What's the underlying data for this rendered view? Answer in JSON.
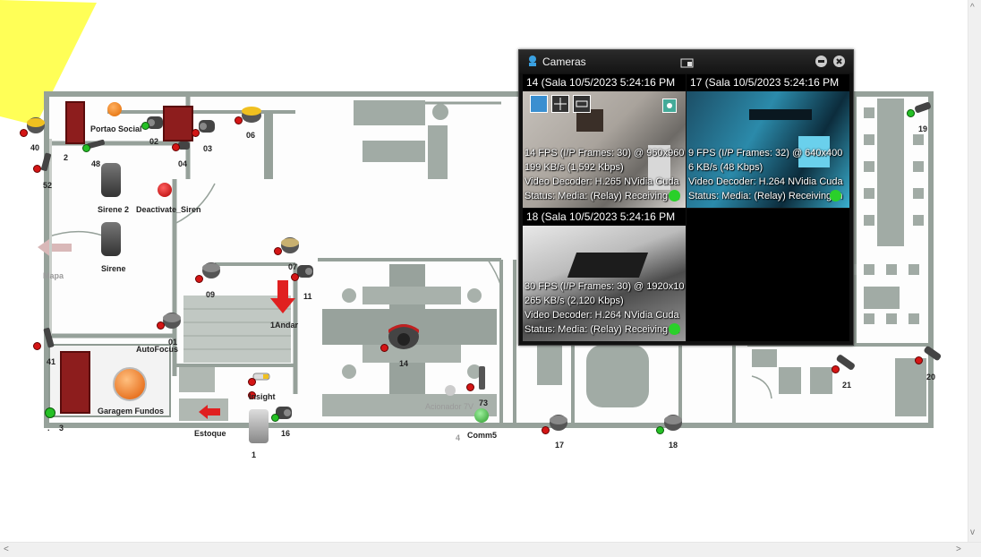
{
  "map": {
    "cameras": [
      {
        "id": "40",
        "label": "40"
      },
      {
        "id": "02",
        "label": "02"
      },
      {
        "id": "03",
        "label": "03"
      },
      {
        "id": "06",
        "label": "06"
      },
      {
        "id": "04",
        "label": "04"
      },
      {
        "id": "48",
        "label": "48"
      },
      {
        "id": "52",
        "label": "52"
      },
      {
        "id": "07",
        "label": "07"
      },
      {
        "id": "09",
        "label": "09"
      },
      {
        "id": "11",
        "label": "11"
      },
      {
        "id": "01",
        "label": "01"
      },
      {
        "id": "41",
        "label": "41"
      },
      {
        "id": "14",
        "label": "14"
      },
      {
        "id": "16",
        "label": "16"
      },
      {
        "id": "17",
        "label": "17"
      },
      {
        "id": "18",
        "label": "18"
      },
      {
        "id": "19",
        "label": "19"
      },
      {
        "id": "20",
        "label": "20"
      },
      {
        "id": "21",
        "label": "21"
      },
      {
        "id": "73",
        "label": "73"
      }
    ],
    "labels": {
      "portao_social": "Portao Social",
      "sirene2": "Sirene 2",
      "deactivate_siren": "Deactivate_Siren",
      "sirene": "Sirene",
      "mapa": "Mapa",
      "andar": "1Andar",
      "autofocus": "AutoFocus",
      "garagem": "Garagem Fundos",
      "insight": "Insight",
      "estoque": "Estoque",
      "comm5": "Comm5",
      "acionador": "Acionador 7V",
      "num_1": "1",
      "num_2": "2",
      "num_3": "3",
      "num_4": "4",
      "dot_label": "."
    }
  },
  "cameras_window": {
    "title": "Cameras",
    "icons": {
      "window": "camera-window-icon",
      "device": "device-icon",
      "minimize": "minimize-icon",
      "close": "close-icon"
    },
    "tiles": [
      {
        "header": "14 (Sala 10/5/2023 5:24:16 PM",
        "lines": [
          "14 FPS (I/P Frames: 30) @ 960x960",
          "199 KB/s (1,592 Kbps)",
          "Video Decoder: H.265 NVidia Cuda",
          "Status: Media: (Relay) Receiving m"
        ]
      },
      {
        "header": "17 (Sala 10/5/2023 5:24:16 PM",
        "lines": [
          "9 FPS (I/P Frames: 32) @ 640x400",
          "6 KB/s (48 Kbps)",
          "Video Decoder: H.264 NVidia Cuda",
          "Status: Media: (Relay) Receiving m"
        ]
      },
      {
        "header": "18 (Sala 10/5/2023 5:24:16 PM",
        "lines": [
          "30 FPS (I/P Frames: 30) @ 1920x10",
          "265 KB/s (2,120 Kbps)",
          "Video Decoder: H.264 NVidia Cuda",
          "Status: Media: (Relay) Receiving m"
        ]
      }
    ],
    "toolbar": [
      "single-layout-icon",
      "quad-layout-icon",
      "wide-layout-icon",
      "record-icon"
    ]
  },
  "colors": {
    "status_ok": "#25c025",
    "status_alert": "#d41515",
    "cone": "#ffff00",
    "wall": "#8e9a92"
  }
}
